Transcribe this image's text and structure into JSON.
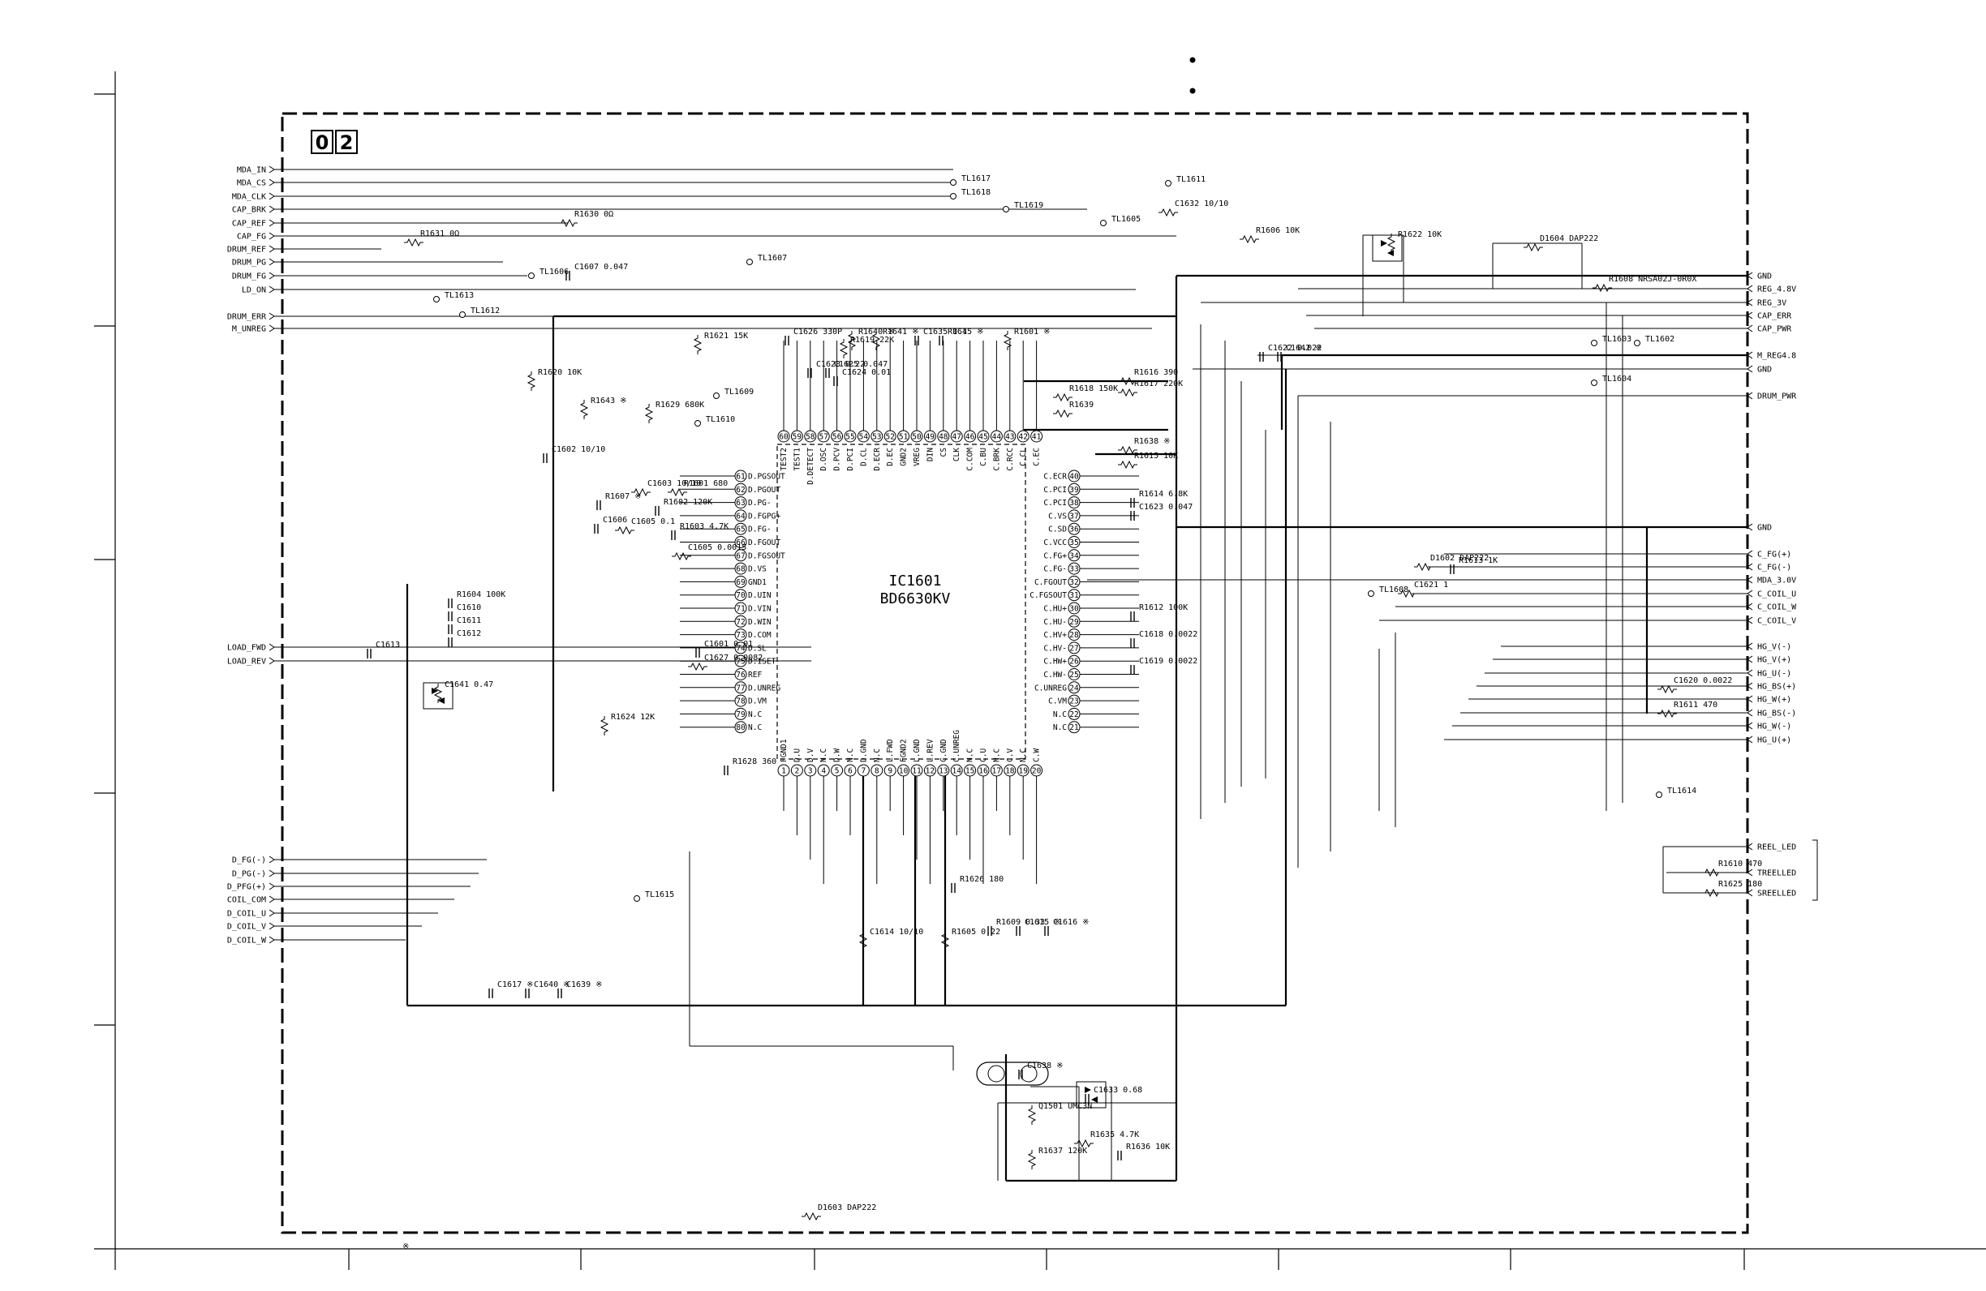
{
  "section_label": [
    "0",
    "2"
  ],
  "ic": {
    "ref": "IC1601",
    "part": "BD6630KV"
  },
  "left_connectors": [
    "MDA_IN",
    "MDA_CS",
    "MDA_CLK",
    "CAP_BRK",
    "CAP_REF",
    "CAP_FG",
    "DRUM_REF",
    "DRUM_PG",
    "DRUM_FG",
    "LD_ON",
    "DRUM_ERR",
    "M_UNREG",
    "LOAD_FWD",
    "LOAD_REV",
    "D_FG(-)",
    "D_PG(-)",
    "D_PFG(+)",
    "COIL_COM",
    "D_COIL_U",
    "D_COIL_V",
    "D_COIL_W"
  ],
  "right_connectors": [
    "GND",
    "REG_4.8V",
    "REG_3V",
    "CAP_ERR",
    "CAP_PWR",
    "M_REG4.8",
    "GND",
    "DRUM_PWR",
    "GND",
    "C_FG(+)",
    "C_FG(-)",
    "MDA_3.0V",
    "C_COIL_U",
    "C_COIL_W",
    "C_COIL_V",
    "HG_V(-)",
    "HG_V(+)",
    "HG_U(-)",
    "HG_BS(+)",
    "HG_W(+)",
    "HG_BS(-)",
    "HG_W(-)",
    "HG_U(+)",
    "REEL_LED",
    "TREELLED",
    "SREELLED"
  ],
  "left_pins": [
    [
      "61",
      "D.PGSOUT"
    ],
    [
      "62",
      "D.PGOUT"
    ],
    [
      "63",
      "D.PG-"
    ],
    [
      "64",
      "D.FGPG+"
    ],
    [
      "65",
      "D.FG-"
    ],
    [
      "66",
      "D.FGOUT"
    ],
    [
      "67",
      "D.FGSOUT"
    ],
    [
      "68",
      "D.VS"
    ],
    [
      "69",
      "GND1"
    ],
    [
      "70",
      "D.UIN"
    ],
    [
      "71",
      "D.VIN"
    ],
    [
      "72",
      "D.WIN"
    ],
    [
      "73",
      "D.COM"
    ],
    [
      "74",
      "D.SL"
    ],
    [
      "75",
      "D.ISET"
    ],
    [
      "76",
      "REF"
    ],
    [
      "77",
      "D.UNREG"
    ],
    [
      "78",
      "D.VM"
    ],
    [
      "79",
      "N.C"
    ],
    [
      "80",
      "N.C"
    ]
  ],
  "right_pins": [
    [
      "40",
      "C.ECR"
    ],
    [
      "39",
      "C.PCI"
    ],
    [
      "38",
      "C.PCI"
    ],
    [
      "37",
      "C.VS"
    ],
    [
      "36",
      "C.SD"
    ],
    [
      "35",
      "C.VCC"
    ],
    [
      "34",
      "C.FG+"
    ],
    [
      "33",
      "C.FG-"
    ],
    [
      "32",
      "C.FGOUT"
    ],
    [
      "31",
      "C.FGSOUT"
    ],
    [
      "30",
      "C.HU+"
    ],
    [
      "29",
      "C.HU-"
    ],
    [
      "28",
      "C.HV+"
    ],
    [
      "27",
      "C.HV-"
    ],
    [
      "26",
      "C.HW+"
    ],
    [
      "25",
      "C.HW-"
    ],
    [
      "24",
      "C.UNREG"
    ],
    [
      "23",
      "C.VM"
    ],
    [
      "22",
      "N.C"
    ],
    [
      "21",
      "N.C"
    ]
  ],
  "top_pins": [
    [
      "60",
      "TEST2"
    ],
    [
      "59",
      "TEST1"
    ],
    [
      "58",
      "D.DETECT"
    ],
    [
      "57",
      "D.OSC"
    ],
    [
      "56",
      "D.PCV"
    ],
    [
      "55",
      "D.PCI"
    ],
    [
      "54",
      "D.CL"
    ],
    [
      "53",
      "D.ECR"
    ],
    [
      "52",
      "D.EC"
    ],
    [
      "51",
      "GND2"
    ],
    [
      "50",
      "VREG"
    ],
    [
      "49",
      "DIN"
    ],
    [
      "48",
      "CS"
    ],
    [
      "47",
      "CLK"
    ],
    [
      "46",
      "C.COM"
    ],
    [
      "45",
      "C.BU"
    ],
    [
      "44",
      "C.BRK"
    ],
    [
      "43",
      "C.RCC"
    ],
    [
      "42",
      "C.CL"
    ],
    [
      "41",
      "C.EC"
    ]
  ],
  "bottom_pins": [
    [
      "1",
      "FGND1"
    ],
    [
      "2",
      "D.U"
    ],
    [
      "3",
      "D.V"
    ],
    [
      "4",
      "N.C"
    ],
    [
      "5",
      "D.W"
    ],
    [
      "6",
      "N.C"
    ],
    [
      "7",
      "D.GND"
    ],
    [
      "8",
      "N.C"
    ],
    [
      "9",
      "L.FWD"
    ],
    [
      "10",
      "FGND2"
    ],
    [
      "11",
      "L.GND"
    ],
    [
      "12",
      "L.REV"
    ],
    [
      "13",
      "C.GND"
    ],
    [
      "14",
      "C.UNREG"
    ],
    [
      "15",
      "N.C"
    ],
    [
      "16",
      "C.U"
    ],
    [
      "17",
      "N.C"
    ],
    [
      "18",
      "C.V"
    ],
    [
      "19",
      "N.C"
    ],
    [
      "20",
      "C.W"
    ]
  ],
  "test_points": [
    {
      "ref": "TL1617"
    },
    {
      "ref": "TL1618"
    },
    {
      "ref": "TL1619"
    },
    {
      "ref": "TL1605"
    },
    {
      "ref": "TL1611"
    },
    {
      "ref": "TL1607"
    },
    {
      "ref": "TL1606"
    },
    {
      "ref": "TL1613"
    },
    {
      "ref": "TL1612"
    },
    {
      "ref": "TL1609"
    },
    {
      "ref": "TL1610"
    },
    {
      "ref": "TL1603"
    },
    {
      "ref": "TL1602"
    },
    {
      "ref": "TL1604"
    },
    {
      "ref": "TL1608"
    },
    {
      "ref": "TL1614"
    },
    {
      "ref": "TL1615"
    }
  ],
  "components": [
    "R1630 0Ω",
    "R1631 0Ω",
    "C1607 0.047",
    "R1620 10K",
    "C1602 10/10",
    "R1643 ※",
    "R1629 680K",
    "R1621 15K",
    "C1626 330P",
    "C1628 0.22",
    "C1625 0.047",
    "R1640 ※",
    "R1641 ※",
    "R1619 22K",
    "C1624 0.01",
    "C1635 0.1",
    "R1645 ※",
    "R1601 ※",
    "R1616 390",
    "R1617 220K",
    "R1618 150K",
    "R1639",
    "R1638 ※",
    "R1615 10K",
    "R1614 6.8K",
    "C1623 0.047",
    "C1622 0.022",
    "C1642 ※",
    "C1632 10/10",
    "R1606 10K",
    "R1622 10K",
    "D1604 DAP222",
    "R1608 NRSA02J-0R0X",
    "R1607 ※",
    "C1603 10/10",
    "R1601 680",
    "R1602 120K",
    "C1606",
    "C1605 0.1",
    "R1603 4.7K",
    "C1605 0.0015",
    "R1604 100K",
    "C1610",
    "C1611",
    "C1612",
    "C1613",
    "C1601 0.01",
    "C1627 0.0082",
    "R1624 12K",
    "R1628 360",
    "C1641 0.47",
    "D1602 DAP222",
    "R1613 1K",
    "C1621 1",
    "R1612 100K",
    "C1618 0.0022",
    "C1619 0.0022",
    "C1620 0.0022",
    "R1611 470",
    "R1610 470",
    "R1625 180",
    "R1626 180",
    "C1614 10/10",
    "R1605 0.22",
    "R1609 0.33",
    "C1615 ※",
    "C1616 ※",
    "C1617 ※",
    "C1640 ※",
    "C1639 ※",
    "C1638 ※",
    "Q1501 UMC3N",
    "R1635 4.7K",
    "R1637 120K",
    "R1636 10K",
    "C1633 0.68",
    "D1603 DAP222"
  ],
  "footnote_symbol": "※"
}
